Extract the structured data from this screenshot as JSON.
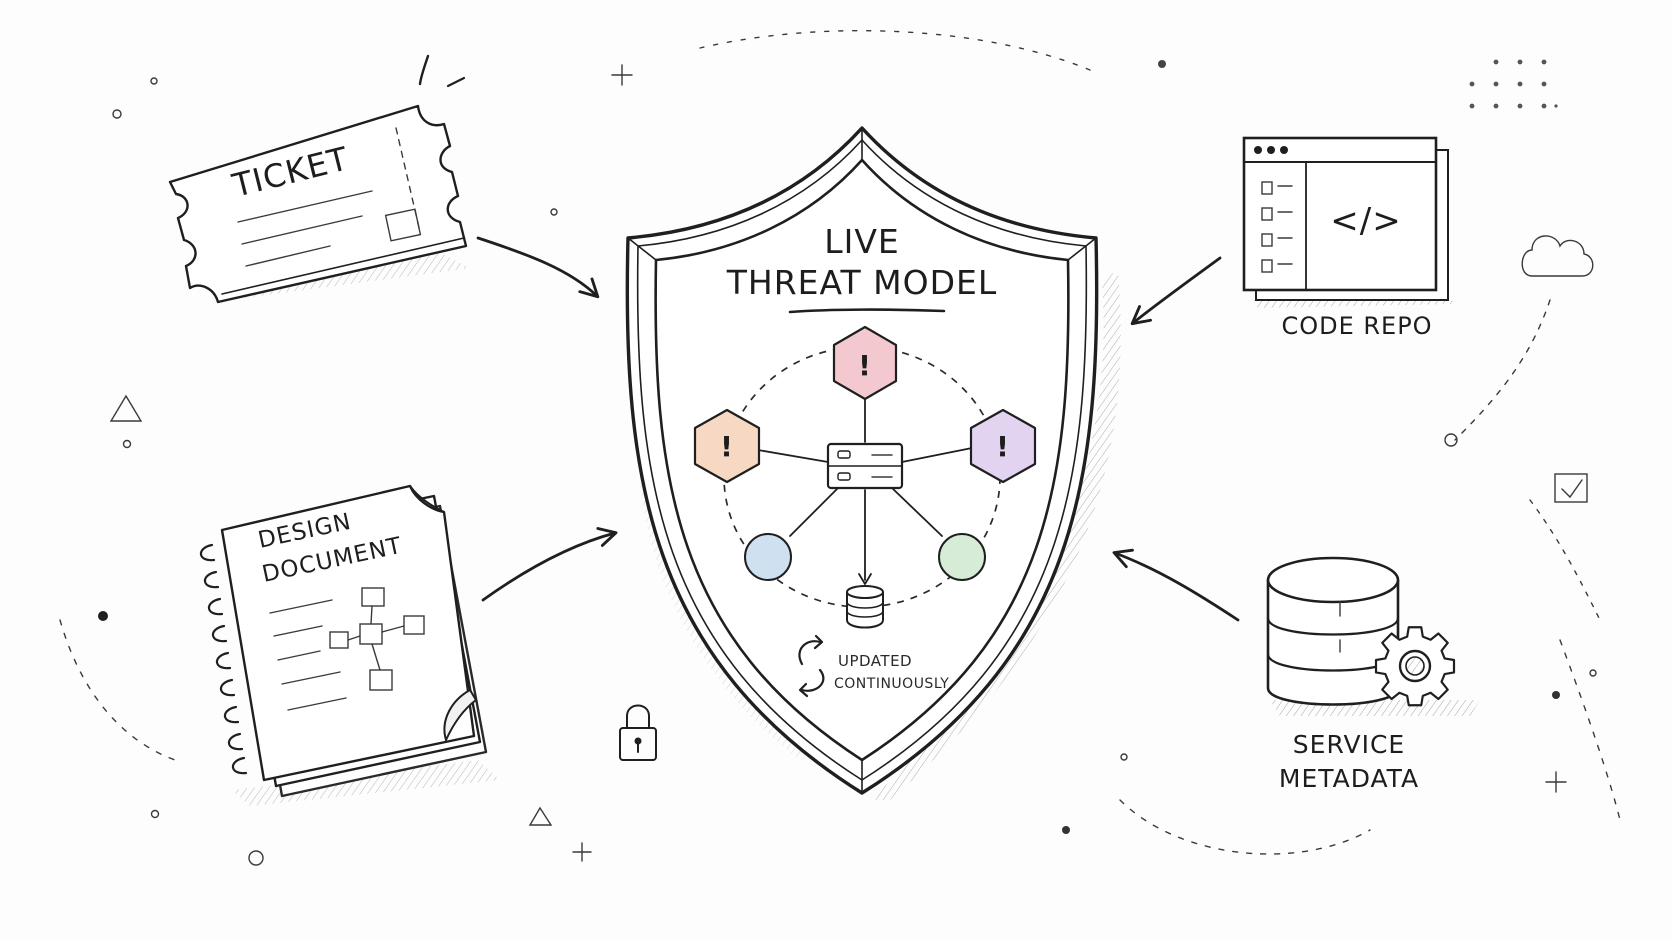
{
  "diagram": {
    "center": {
      "title_line1": "LIVE",
      "title_line2": "THREAT MODEL",
      "status_line1": "UPDATED",
      "status_line2": "CONTINUOUSLY",
      "icons": {
        "shield": "shield-icon",
        "server": "server-icon",
        "database": "database-icon",
        "threat": "warning-hexagon-icon",
        "refresh": "refresh-icon"
      },
      "threat_glyph": "!",
      "colors": {
        "threat_red": "#f3c9cf",
        "threat_orange": "#f7d8c3",
        "threat_purple": "#e2d4f1",
        "asset_blue": "#cfe0f1",
        "asset_green": "#d6ecd6"
      }
    },
    "sources": [
      {
        "id": "ticket",
        "label": "TICKET",
        "icon": "ticket-icon"
      },
      {
        "id": "design",
        "label_line1": "DESIGN",
        "label_line2": "DOCUMENT",
        "icon": "notebook-icon"
      },
      {
        "id": "repo",
        "label": "CODE REPO",
        "code_glyph": "</>",
        "icon": "code-window-icon"
      },
      {
        "id": "metadata",
        "label_line1": "SERVICE",
        "label_line2": "METADATA",
        "icon": "database-gear-icon"
      }
    ],
    "decorations": [
      "padlock-icon",
      "cloud-icon",
      "checkbox-icon",
      "triangle-icon",
      "plus-icon"
    ]
  }
}
